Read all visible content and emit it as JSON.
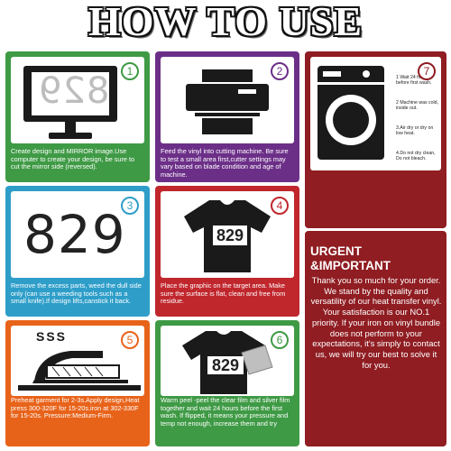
{
  "title": "HOW TO USE",
  "colors": {
    "step1": "#3f9a45",
    "step2": "#6c2f88",
    "step3": "#2e9ec9",
    "step4": "#c0272d",
    "step5": "#e8631a",
    "step6": "#3f9a45",
    "step7": "#8f1d22"
  },
  "steps": [
    {
      "num": "1",
      "icon": "monitor-icon",
      "display": "829",
      "text": "Create design and MIRROR image.Use computer to create your design, be sure to cut the mirror side (reversed)."
    },
    {
      "num": "2",
      "icon": "cutting-machine-icon",
      "text": "Feed the vinyl into cutting machine. Be sure to test a small area first,cutter settings may vary based on blade condition and age of machine."
    },
    {
      "num": "3",
      "icon": "weeded-design-icon",
      "display": "829",
      "text": "Remove the excess parts, weed the dull side only (can use a weeding tools such as a small knife).If design lifts,canstick it back."
    },
    {
      "num": "4",
      "icon": "tshirt-icon",
      "display": "829",
      "text": "Place the graphic on the target area. Make sure the surface is flat, clean and free from residue."
    },
    {
      "num": "5",
      "icon": "iron-icon",
      "display": "SSS",
      "text": "Preheat garment for 2-3s.Apply design,Heat press 300-320F for 15-20s.iron at 302-330F for 15-20s. Pressure:Medium-Firm."
    },
    {
      "num": "6",
      "icon": "peel-tshirt-icon",
      "display": "829",
      "text": "Warm peel -peel the clear film and silver film together and wait 24 hours before the first wash. If flipped, it means your pressure and temp not enough, increase them and try"
    }
  ],
  "care": {
    "num": "7",
    "icon": "washing-machine-icon",
    "items": [
      "1 Wait 24 hours before first wash.",
      "2 Machine was cold, inside out.",
      "3.Air dry or dry on low heat.",
      "4.Do not dry clean, Do not bleach."
    ]
  },
  "urgent": {
    "title": "URGENT &IMPORTANT",
    "body": "Thank you so much for your order. We stand by the quality and versatility of our heat transfer vinyl. Your satisfaction is our NO.1 priority. If your iron on vinyl bundle does not perform to your expectations, it's simply to contact us, we will try our best to solve it for you."
  }
}
